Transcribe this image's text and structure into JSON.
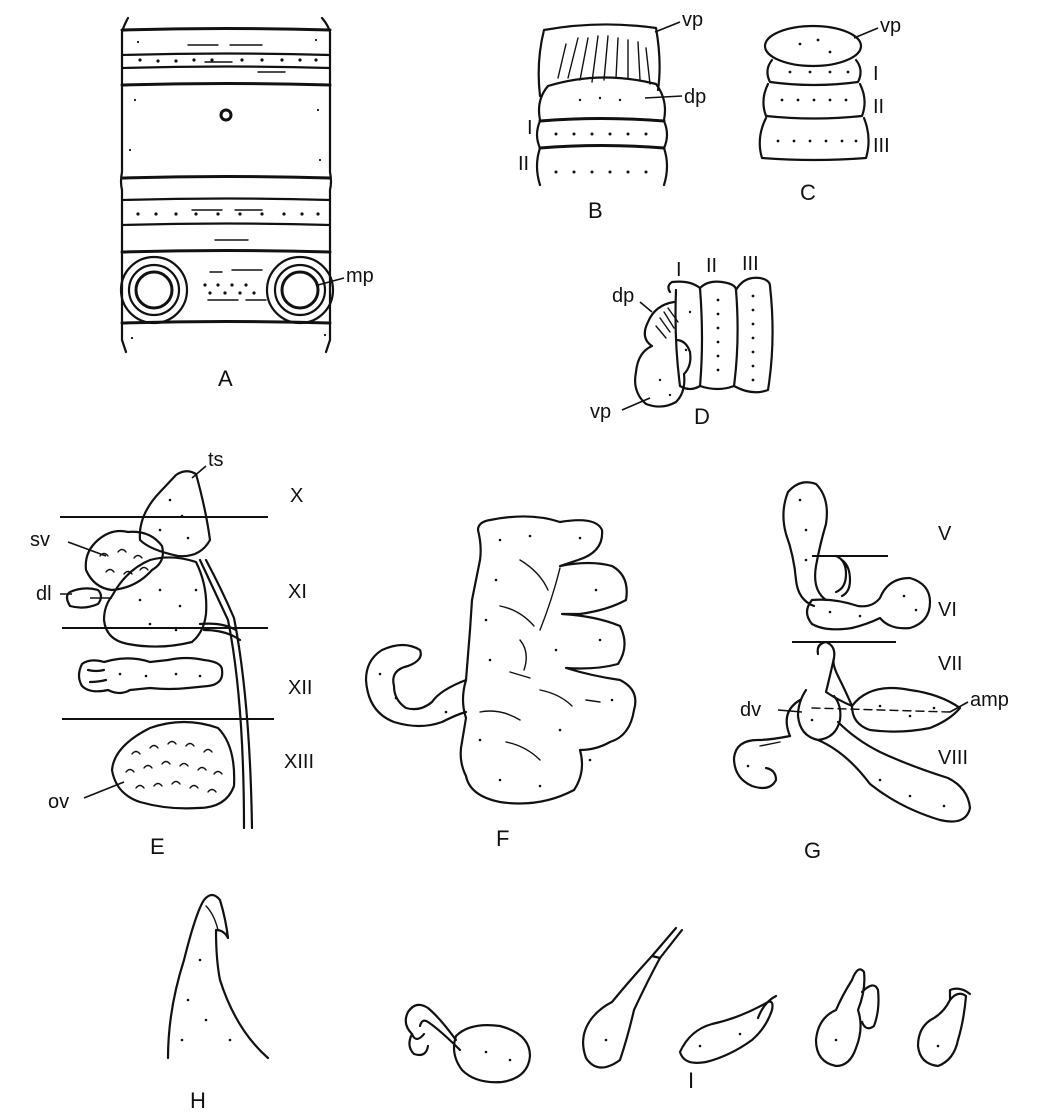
{
  "figure": {
    "panels": {
      "A": {
        "letter": "A",
        "labels": {
          "mp": "mp"
        }
      },
      "B": {
        "letter": "B",
        "labels": {
          "vp": "vp",
          "dp": "dp",
          "s1": "I",
          "s2": "II"
        }
      },
      "C": {
        "letter": "C",
        "labels": {
          "vp": "vp",
          "s1": "I",
          "s2": "II",
          "s3": "III"
        }
      },
      "D": {
        "letter": "D",
        "labels": {
          "dp": "dp",
          "vp": "vp",
          "s1": "I",
          "s2": "II",
          "s3": "III"
        }
      },
      "E": {
        "letter": "E",
        "labels": {
          "ts": "ts",
          "sv": "sv",
          "dl": "dl",
          "ov": "ov"
        },
        "segments": [
          "X",
          "XI",
          "XII",
          "XIII"
        ]
      },
      "F": {
        "letter": "F"
      },
      "G": {
        "letter": "G",
        "labels": {
          "amp": "amp",
          "dv": "dv"
        },
        "segments": [
          "V",
          "VI",
          "VII",
          "VIII"
        ]
      },
      "H": {
        "letter": "H"
      },
      "I": {
        "letter": "I"
      }
    }
  }
}
